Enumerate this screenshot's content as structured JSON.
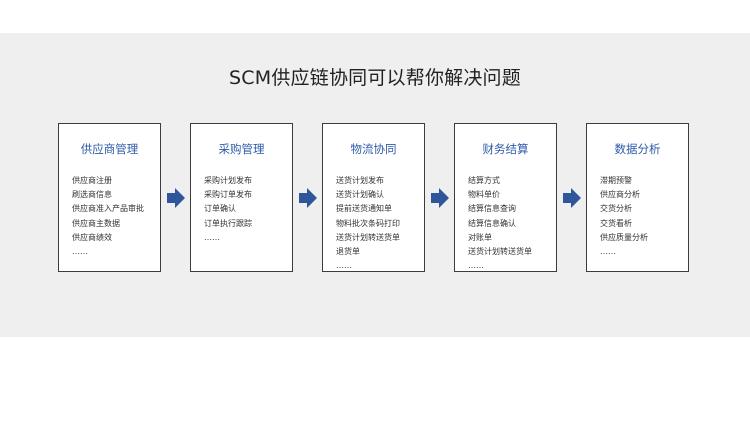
{
  "slide": {
    "headline": "SCM供应链协同可以帮你解决问题",
    "accent_color": "#2e5aa8",
    "arrow_color": "#2f559b",
    "arrow_icon": "right-arrow-icon",
    "modules": [
      {
        "title": "供应商管理",
        "items": [
          "供应商注册",
          "刷选商信息",
          "供应商准入产品审批",
          "供应商主数据",
          "供应商绩效",
          "……"
        ]
      },
      {
        "title": "采购管理",
        "items": [
          "采购计划发布",
          "采购订单发布",
          "订单确认",
          "订单执行跟踪",
          "……"
        ]
      },
      {
        "title": "物流协同",
        "items": [
          "送货计划发布",
          "送货计划确认",
          "提前送货通知单",
          "物料批次条码打印",
          "送货计划转送货单",
          "退货单",
          "……"
        ]
      },
      {
        "title": "财务结算",
        "items": [
          "结算方式",
          "物料单价",
          "结算信息查询",
          "结算信息确认",
          "对账单",
          "送货计划转送货单",
          "……"
        ]
      },
      {
        "title": "数据分析",
        "items": [
          "滞期预警",
          "供应商分析",
          "交货分析",
          "交货看析",
          "供应质量分析",
          "……"
        ]
      }
    ]
  }
}
